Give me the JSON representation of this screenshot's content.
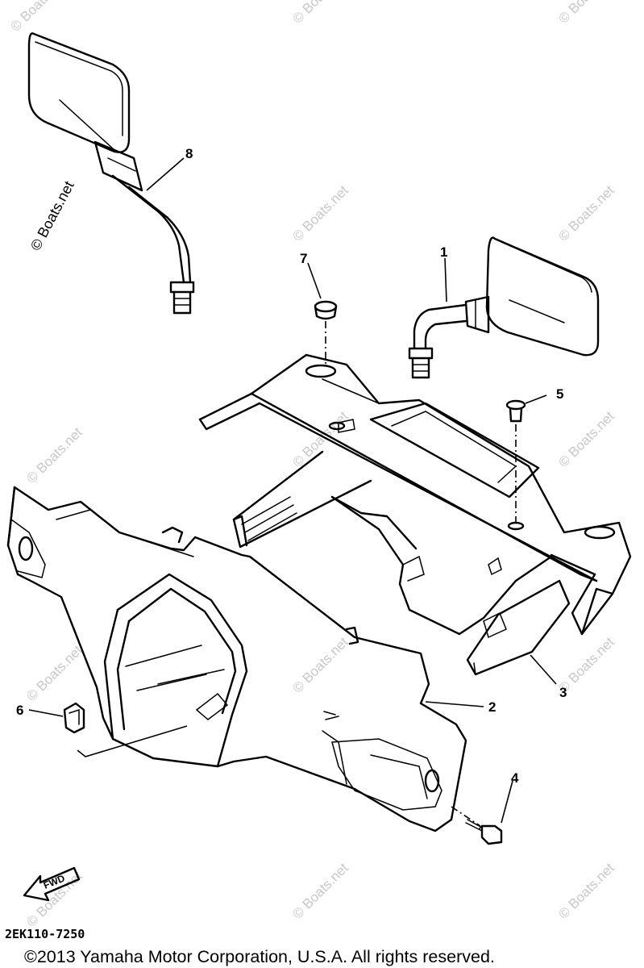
{
  "callouts": [
    "1",
    "2",
    "3",
    "4",
    "5",
    "6",
    "7",
    "8"
  ],
  "fwd_label": "FWD",
  "diagram_code": "2EK110-7250",
  "copyright": "©2013 Yamaha Motor Corporation, U.S.A. All rights reserved.",
  "watermark": "© Boats.net",
  "parts_shown": [
    "mirror-right",
    "handlebar-cover-front",
    "handlebar-cover-lower",
    "bolt",
    "screw",
    "grommet",
    "plug-cap",
    "mirror-left"
  ]
}
